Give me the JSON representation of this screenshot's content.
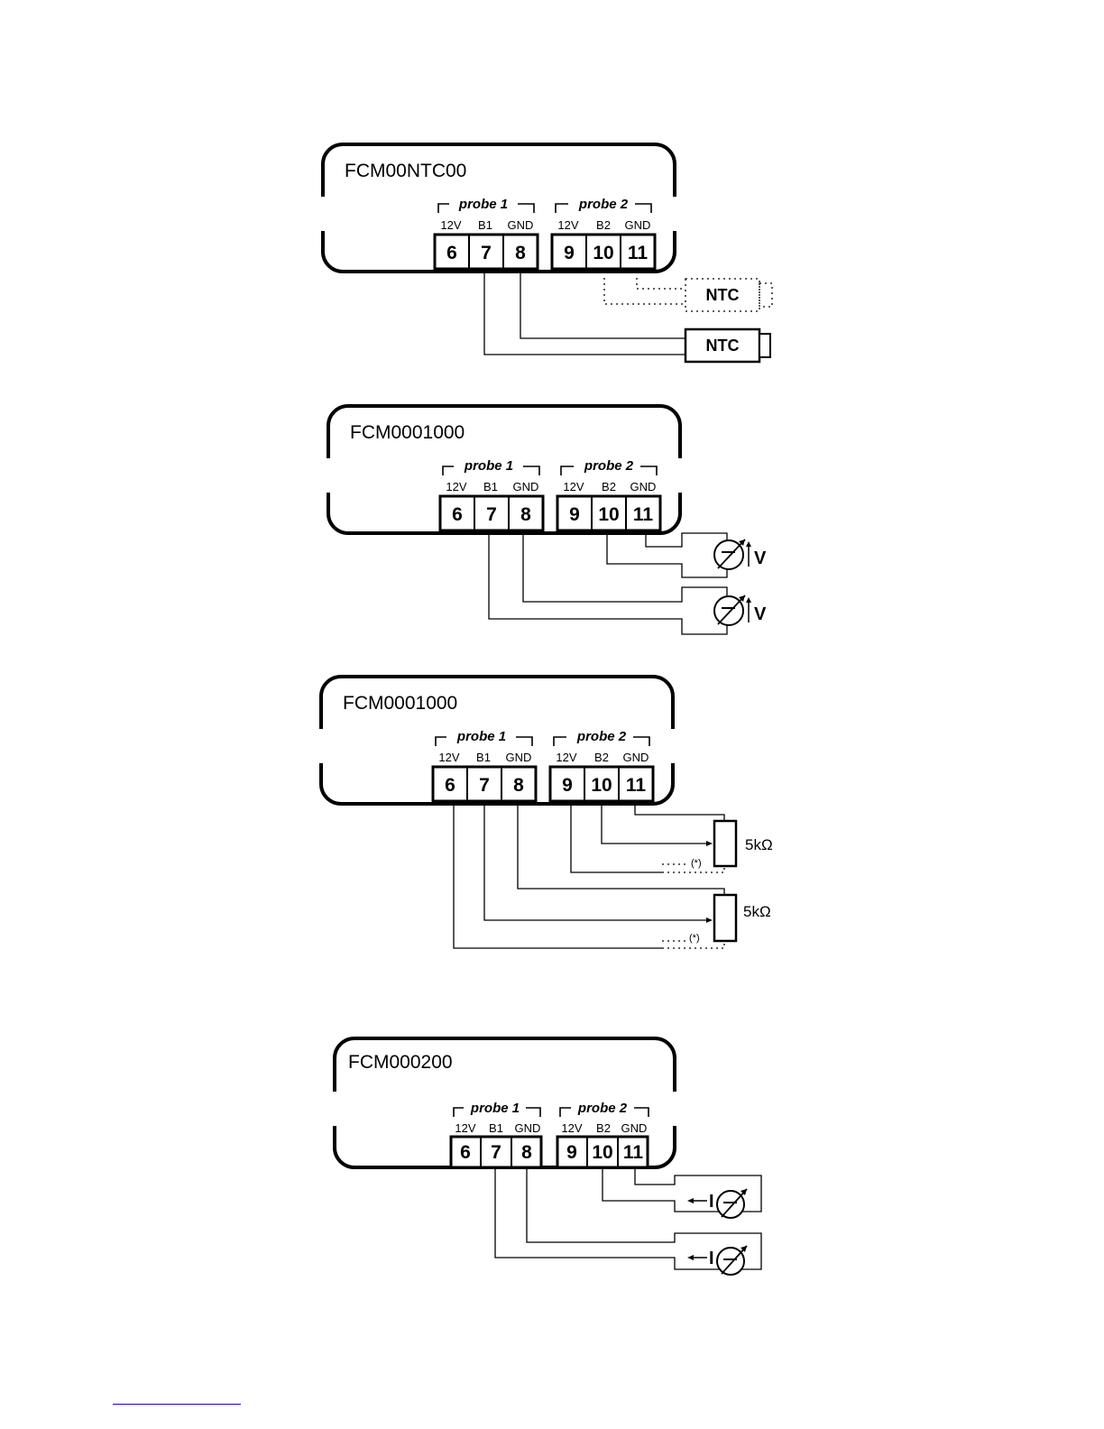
{
  "diagrams": [
    {
      "model": "FCM00NTC00",
      "probe1": "probe 1",
      "probe2": "probe 2",
      "pins": [
        "12V",
        "B1",
        "GND",
        "12V",
        "B2",
        "GND"
      ],
      "terminals": [
        "6",
        "7",
        "8",
        "9",
        "10",
        "11"
      ],
      "sensors": [
        "NTC",
        "NTC"
      ]
    },
    {
      "model": "FCM0001000",
      "probe1": "probe 1",
      "probe2": "probe 2",
      "pins": [
        "12V",
        "B1",
        "GND",
        "12V",
        "B2",
        "GND"
      ],
      "terminals": [
        "6",
        "7",
        "8",
        "9",
        "10",
        "11"
      ],
      "sensor_label": "V"
    },
    {
      "model": "FCM0001000",
      "probe1": "probe 1",
      "probe2": "probe 2",
      "pins": [
        "12V",
        "B1",
        "GND",
        "12V",
        "B2",
        "GND"
      ],
      "terminals": [
        "6",
        "7",
        "8",
        "9",
        "10",
        "11"
      ],
      "resistor_label": "5kΩ",
      "note_mark": "(*)"
    },
    {
      "model": "FCM000200",
      "probe1": "probe 1",
      "probe2": "probe 2",
      "pins": [
        "12V",
        "B1",
        "GND",
        "12V",
        "B2",
        "GND"
      ],
      "terminals": [
        "6",
        "7",
        "8",
        "9",
        "10",
        "11"
      ],
      "sensor_label": "I"
    }
  ]
}
